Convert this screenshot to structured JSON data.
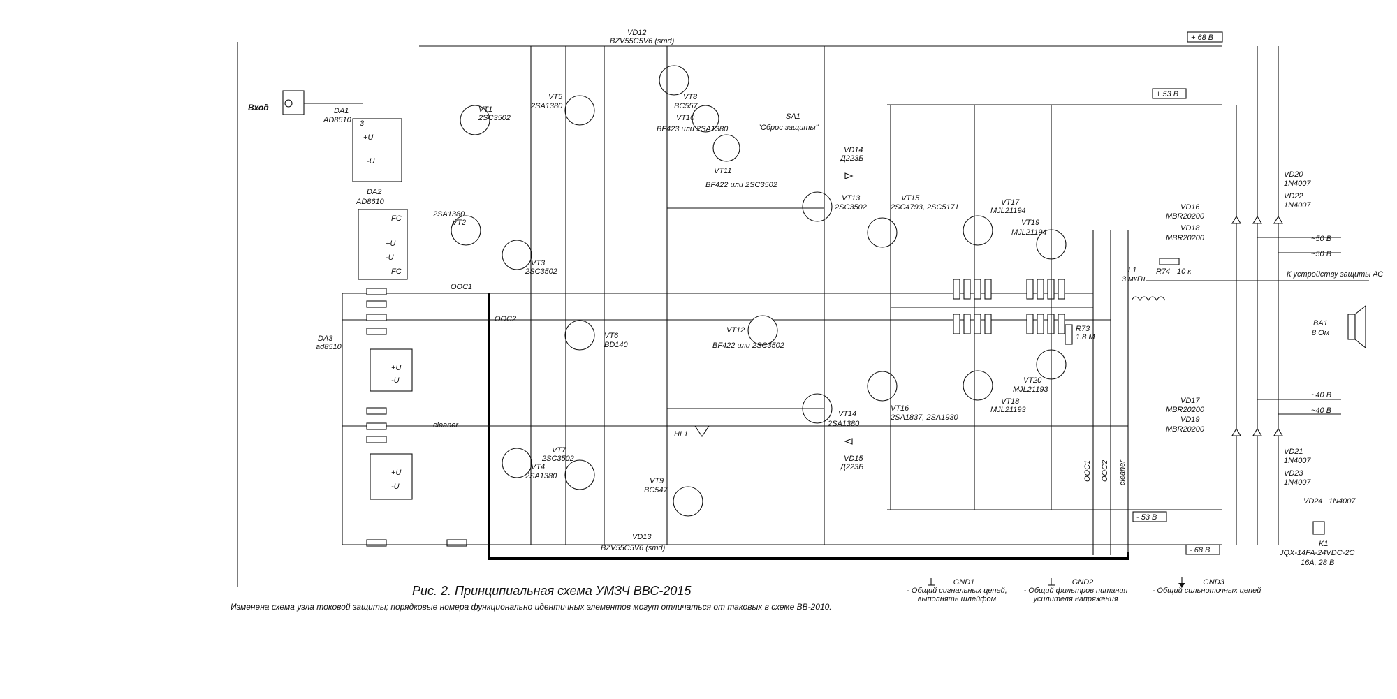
{
  "title": "Рис. 2. Принципиальная схема УМЗЧ ВВС-2015",
  "note": "Изменена схема узла токовой защиты; порядковые номера функционально идентичных элементов могут отличаться от таковых в схеме ВВ-2010.",
  "input_label": "Вход",
  "supply_rails": [
    {
      "label": "+ 68 В"
    },
    {
      "label": "+ 53 В"
    },
    {
      "label": "- 53 В"
    },
    {
      "label": "- 68 В"
    },
    {
      "label": "~50 В"
    },
    {
      "label": "~50 В"
    },
    {
      "label": "~40 В"
    },
    {
      "label": "~40 В"
    }
  ],
  "protection_label": "К устройству защиты АС",
  "reset_label": "\"Сброс защиты\"",
  "speaker": {
    "ref": "BA1",
    "value": "8 Ом"
  },
  "relay": {
    "ref": "K1",
    "part": "JQX-14FA-24VDC-2C",
    "rating": "16А, 28 В"
  },
  "feedback_lines": [
    "ООС1",
    "ООС2",
    "cleaner"
  ],
  "ground_legend": [
    {
      "name": "GND1",
      "text": "- Общий сигнальных цепей, выполнять шлейфом"
    },
    {
      "name": "GND2",
      "text": "- Общий фильтров питания усилителя напряжения"
    },
    {
      "name": "GND3",
      "text": "- Общий сильноточных цепей"
    }
  ],
  "components": [
    {
      "ref": "DA1",
      "value": "AD8610"
    },
    {
      "ref": "DA2",
      "value": "AD8610"
    },
    {
      "ref": "DA3",
      "value": "ad8510"
    },
    {
      "ref": "VT1",
      "value": "2SC3502"
    },
    {
      "ref": "VT2",
      "value": "2SA1380"
    },
    {
      "ref": "VT3",
      "value": "2SC3502"
    },
    {
      "ref": "VT4",
      "value": "2SA1380"
    },
    {
      "ref": "VT5",
      "value": "2SA1380"
    },
    {
      "ref": "VT6",
      "value": "BD140"
    },
    {
      "ref": "VT7",
      "value": "2SC3502"
    },
    {
      "ref": "VT8",
      "value": "BC557"
    },
    {
      "ref": "VT9",
      "value": "BC547"
    },
    {
      "ref": "VT10",
      "value": "BF423 или 2SA1380"
    },
    {
      "ref": "VT11",
      "value": "BF422 или 2SC3502"
    },
    {
      "ref": "VT12",
      "value": "BF422 или 2SC3502"
    },
    {
      "ref": "VT13",
      "value": "2SC3502"
    },
    {
      "ref": "VT14",
      "value": "2SA1380"
    },
    {
      "ref": "VT15",
      "value": "2SC4793, 2SC5171"
    },
    {
      "ref": "VT16",
      "value": "2SA1837, 2SA1930"
    },
    {
      "ref": "VT17",
      "value": "MJL21194"
    },
    {
      "ref": "VT18",
      "value": "MJL21193"
    },
    {
      "ref": "VT19",
      "value": "MJL21194"
    },
    {
      "ref": "VT20",
      "value": "MJL21193"
    },
    {
      "ref": "VD12",
      "value": "BZV55C5V6 (smd)"
    },
    {
      "ref": "VD13",
      "value": "BZV55C5V6 (smd)"
    },
    {
      "ref": "VD14",
      "value": "Д223Б"
    },
    {
      "ref": "VD15",
      "value": "Д223Б"
    },
    {
      "ref": "VD16",
      "value": "MBR20200"
    },
    {
      "ref": "VD18",
      "value": "MBR20200"
    },
    {
      "ref": "VD17",
      "value": "MBR20200"
    },
    {
      "ref": "VD19",
      "value": "MBR20200"
    },
    {
      "ref": "VD20",
      "value": "1N4007"
    },
    {
      "ref": "VD22",
      "value": "1N4007"
    },
    {
      "ref": "VD21",
      "value": "1N4007"
    },
    {
      "ref": "VD23",
      "value": "1N4007"
    },
    {
      "ref": "VD24",
      "value": "1N4007"
    },
    {
      "ref": "L1",
      "value": "3 мкГн"
    },
    {
      "ref": "R73",
      "value": "1.8 М"
    },
    {
      "ref": "R74",
      "value": "10 к"
    },
    {
      "ref": "HL1",
      "value": ""
    },
    {
      "ref": "SA1",
      "value": ""
    }
  ]
}
